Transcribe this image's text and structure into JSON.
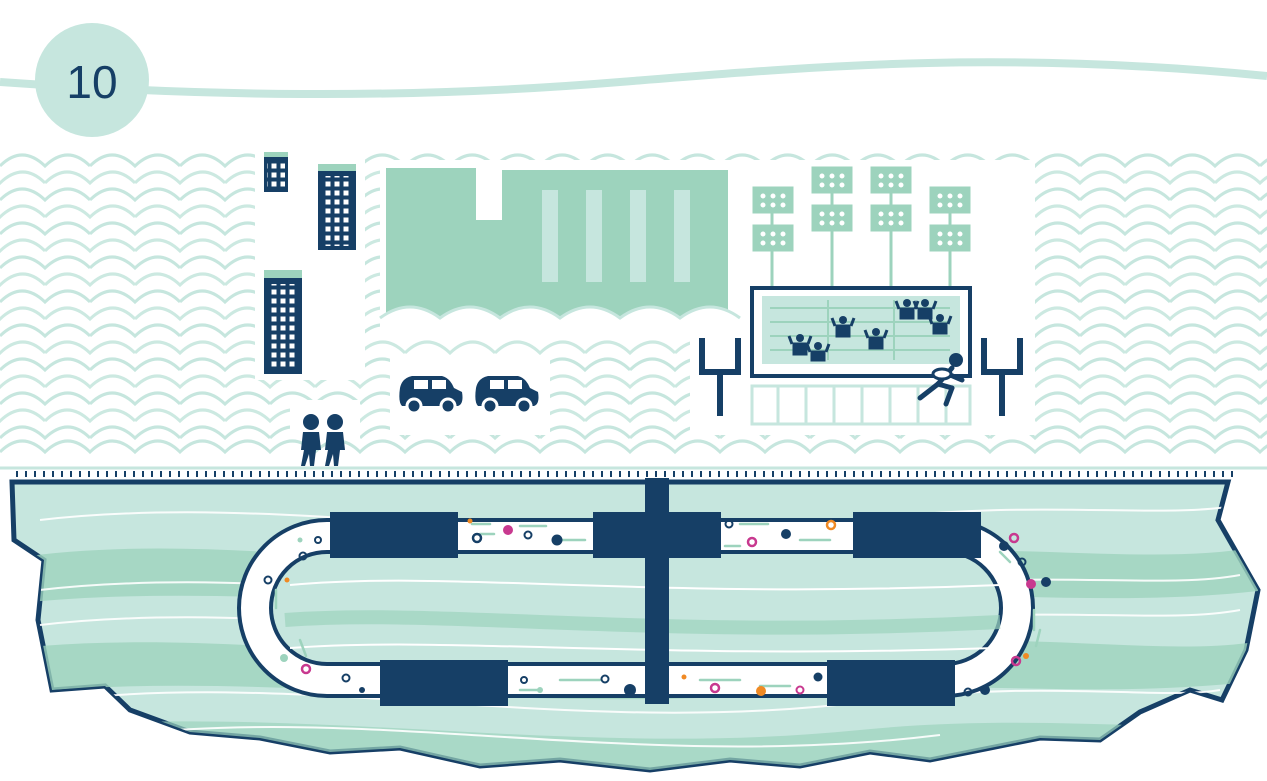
{
  "badge": {
    "number": "10"
  },
  "colors": {
    "navy": "#163f66",
    "mint": "#c6e6de",
    "mint_mid": "#9dd3bd",
    "mint_dark": "#8ec9b1",
    "pink": "#c8398f",
    "orange": "#f08a24",
    "white": "#ffffff"
  },
  "icons": [
    "number-badge",
    "cloud-pattern",
    "city-building-icon",
    "stadium-icon",
    "floodlight-icon",
    "goalpost-icon",
    "football-player-icon",
    "fan-icon",
    "car-icon",
    "pedestrian-icon",
    "underground-tunnel-loop",
    "particle-beam",
    "detector-block",
    "access-shaft"
  ]
}
